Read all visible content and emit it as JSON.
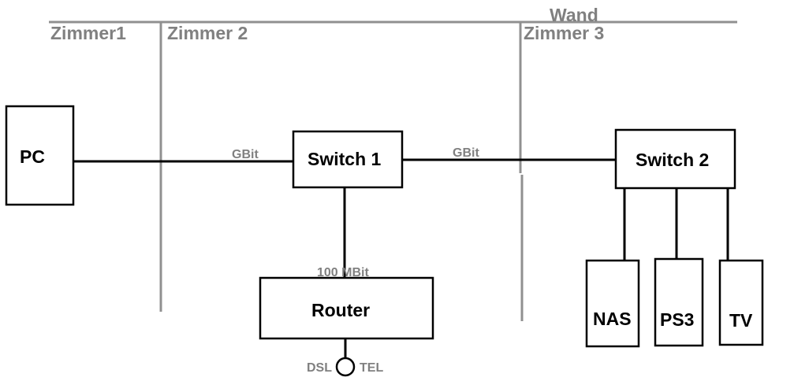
{
  "colors": {
    "wall": "#909090",
    "room_label": "#808080",
    "wire": "#000000",
    "node_border": "#000000",
    "background": "#ffffff"
  },
  "labels": {
    "wall": "Wand",
    "room1": "Zimmer1",
    "room2": "Zimmer 2",
    "room3": "Zimmer 3"
  },
  "nodes": {
    "pc": "PC",
    "switch1": "Switch 1",
    "switch2": "Switch 2",
    "router": "Router",
    "nas": "NAS",
    "ps3": "PS3",
    "tv": "TV"
  },
  "links": {
    "pc_switch1": "GBit",
    "switch1_switch2": "GBit",
    "switch1_router": "100 MBit",
    "dsl": "DSL",
    "tel": "TEL"
  }
}
